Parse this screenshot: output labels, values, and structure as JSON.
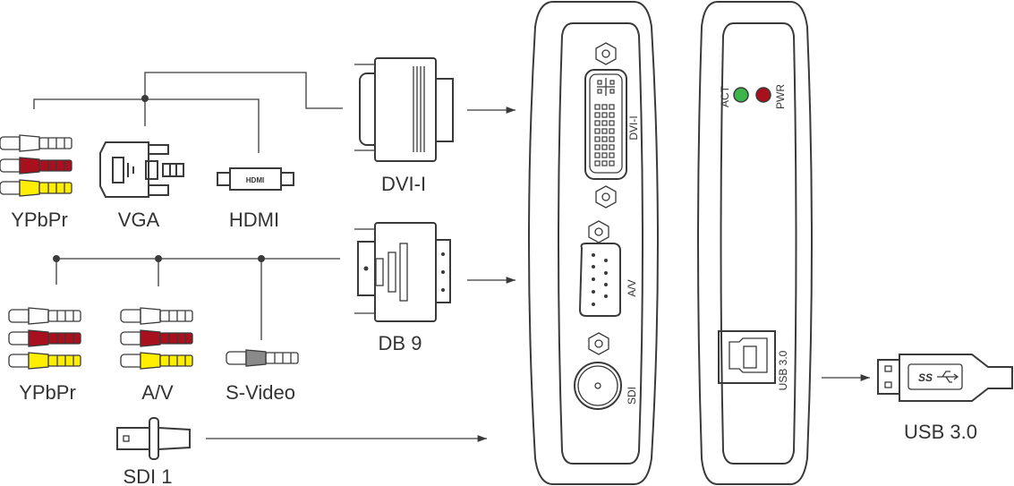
{
  "inputs_top": {
    "ypbpr": "YPbPr",
    "vga": "VGA",
    "hdmi": "HDMI",
    "hdmi_logo": "HDMI"
  },
  "adapters": {
    "dvi": "DVI-I",
    "db9": "DB 9"
  },
  "inputs_bottom": {
    "ypbpr": "YPbPr",
    "av": "A/V",
    "svideo": "S-Video",
    "sdi": "SDI 1"
  },
  "device_front": {
    "dvi_port": "DVI-I",
    "av_port": "A/V",
    "sdi_port": "SDI"
  },
  "device_back": {
    "act": "ACT",
    "pwr": "PWR",
    "usb_port": "USB 3.0"
  },
  "output": {
    "usb": "USB 3.0",
    "usb_logo": "SS"
  },
  "colors": {
    "red": "#a8101e",
    "yellow": "#ffee00",
    "white": "#ffffff",
    "gray": "#8a8a8a",
    "led_green": "#3cb54a",
    "led_red": "#a8101e",
    "line": "#3a3a3a"
  }
}
